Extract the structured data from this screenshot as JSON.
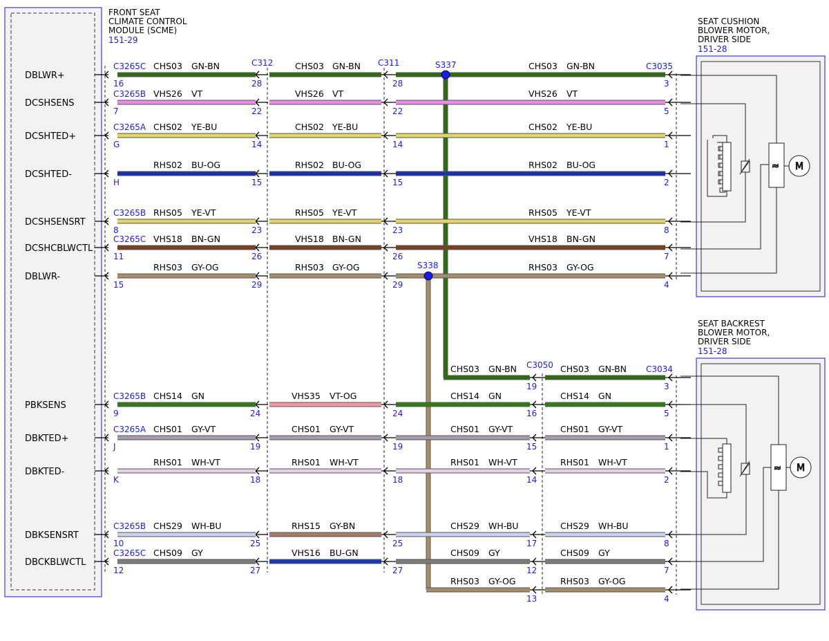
{
  "modules": {
    "scme": {
      "lines": [
        "FRONT SEAT",
        "CLIMATE CONTROL",
        "MODULE (SCME)"
      ],
      "ref": "151-29"
    },
    "cushion": {
      "lines": [
        "SEAT CUSHION",
        "BLOWER MOTOR,",
        "DRIVER SIDE"
      ],
      "ref": "151-28"
    },
    "backrest": {
      "lines": [
        "SEAT BACKREST",
        "BLOWER MOTOR,",
        "DRIVER SIDE"
      ],
      "ref": "151-28"
    }
  },
  "motor_symbol": "M",
  "connectors": [
    "C312",
    "C311",
    "C3035",
    "C3050",
    "C3034"
  ],
  "splices": [
    "S337",
    "S338"
  ],
  "colors": {
    "GN-BN": "#2e6b12",
    "VT": "#e98ee8",
    "YE-BU": "#e3d468",
    "BU-OG": "#1c2fae",
    "YE-VT": "#e6d36a",
    "BN-GN": "#7a3e22",
    "GY-OG": "#a58e6a",
    "GN": "#2f7d16",
    "VT-OG": "#f09aa6",
    "GY-VT": "#a89bb0",
    "WH-VT": "#e4d3e6",
    "WH-BU": "#c7d3ec",
    "GY-BN": "#a67c6a",
    "GY": "#7c7c7c",
    "BU-GN": "#1639b5"
  },
  "rows": [
    {
      "signal": "DCSHSENS",
      "pin_module": "7",
      "module_conn": "C3265B",
      "pin_c312": "22",
      "pin_c311": "22",
      "pin_device": "5",
      "segs": [
        {
          "circuit": "VHS26",
          "color": "VT"
        },
        {
          "circuit": "VHS26",
          "color": "VT"
        },
        {
          "circuit": "VHS26",
          "color": "VT"
        }
      ]
    },
    {
      "signal": "DCSHTED+",
      "pin_module": "G",
      "module_conn": "C3265A",
      "pin_c312": "14",
      "pin_c311": "14",
      "pin_device": "1",
      "segs": [
        {
          "circuit": "CHS02",
          "color": "YE-BU"
        },
        {
          "circuit": "CHS02",
          "color": "YE-BU"
        },
        {
          "circuit": "CHS02",
          "color": "YE-BU"
        }
      ]
    },
    {
      "signal": "DCSHTED-",
      "pin_module": "H",
      "module_conn": "",
      "pin_c312": "15",
      "pin_c311": "15",
      "pin_device": "2",
      "segs": [
        {
          "circuit": "RHS02",
          "color": "BU-OG"
        },
        {
          "circuit": "RHS02",
          "color": "BU-OG"
        },
        {
          "circuit": "RHS02",
          "color": "BU-OG"
        }
      ]
    },
    {
      "signal": "DCSHSENSRT",
      "pin_module": "8",
      "module_conn": "C3265B",
      "pin_c312": "23",
      "pin_c311": "23",
      "pin_device": "8",
      "segs": [
        {
          "circuit": "RHS05",
          "color": "YE-VT"
        },
        {
          "circuit": "RHS05",
          "color": "YE-VT"
        },
        {
          "circuit": "RHS05",
          "color": "YE-VT"
        }
      ]
    },
    {
      "signal": "DCSHCBLWCTL",
      "pin_module": "11",
      "module_conn": "C3265C",
      "pin_c312": "26",
      "pin_c311": "26",
      "pin_device": "7",
      "segs": [
        {
          "circuit": "VHS18",
          "color": "BN-GN"
        },
        {
          "circuit": "VHS18",
          "color": "BN-GN"
        },
        {
          "circuit": "VHS18",
          "color": "BN-GN"
        }
      ]
    }
  ],
  "dblwr_pos": {
    "signal": "DBLWR+",
    "pin_module": "16",
    "module_conn": "C3265C",
    "pin_c312": "28",
    "pin_c311": "28",
    "pin_device": "3",
    "segs": [
      {
        "circuit": "CHS03",
        "color": "GN-BN"
      },
      {
        "circuit": "CHS03",
        "color": "GN-BN"
      },
      {
        "circuit": "CHS03",
        "color": "GN-BN"
      }
    ]
  },
  "dblwr_neg": {
    "signal": "DBLWR-",
    "pin_module": "15",
    "module_conn": "",
    "pin_c312": "29",
    "pin_c311": "29",
    "pin_device": "4",
    "segs": [
      {
        "circuit": "RHS03",
        "color": "GY-OG"
      },
      {
        "circuit": "RHS03",
        "color": "GY-OG"
      },
      {
        "circuit": "RHS03",
        "color": "GY-OG"
      }
    ]
  },
  "back_rows": [
    {
      "signal": "PBKSENS",
      "pin_module": "9",
      "module_conn": "C3265B",
      "pin_c312": "24",
      "pin_c311": "24",
      "pin_c3050": "16",
      "pin_device": "5",
      "segs": [
        {
          "circuit": "CHS14",
          "color": "GN"
        },
        {
          "circuit": "VHS35",
          "color": "VT-OG"
        },
        {
          "circuit": "CHS14",
          "color": "GN"
        },
        {
          "circuit": "CHS14",
          "color": "GN"
        }
      ]
    },
    {
      "signal": "DBKTED+",
      "pin_module": "J",
      "module_conn": "C3265A",
      "pin_c312": "19",
      "pin_c311": "19",
      "pin_c3050": "15",
      "pin_device": "1",
      "segs": [
        {
          "circuit": "CHS01",
          "color": "GY-VT"
        },
        {
          "circuit": "CHS01",
          "color": "GY-VT"
        },
        {
          "circuit": "CHS01",
          "color": "GY-VT"
        },
        {
          "circuit": "CHS01",
          "color": "GY-VT"
        }
      ]
    },
    {
      "signal": "DBKTED-",
      "pin_module": "K",
      "module_conn": "",
      "pin_c312": "18",
      "pin_c311": "18",
      "pin_c3050": "14",
      "pin_device": "2",
      "segs": [
        {
          "circuit": "RHS01",
          "color": "WH-VT"
        },
        {
          "circuit": "RHS01",
          "color": "WH-VT"
        },
        {
          "circuit": "RHS01",
          "color": "WH-VT"
        },
        {
          "circuit": "RHS01",
          "color": "WH-VT"
        }
      ]
    },
    {
      "signal": "DBKSENSRT",
      "pin_module": "10",
      "module_conn": "C3265B",
      "pin_c312": "25",
      "pin_c311": "25",
      "pin_c3050": "17",
      "pin_device": "8",
      "segs": [
        {
          "circuit": "CHS29",
          "color": "WH-BU"
        },
        {
          "circuit": "RHS15",
          "color": "GY-BN"
        },
        {
          "circuit": "CHS29",
          "color": "WH-BU"
        },
        {
          "circuit": "CHS29",
          "color": "WH-BU"
        }
      ]
    },
    {
      "signal": "DBCKBLWCTL",
      "pin_module": "12",
      "module_conn": "C3265C",
      "pin_c312": "27",
      "pin_c311": "27",
      "pin_c3050": "12",
      "pin_device": "7",
      "segs": [
        {
          "circuit": "CHS09",
          "color": "GY"
        },
        {
          "circuit": "VHS16",
          "color": "BU-GN"
        },
        {
          "circuit": "CHS09",
          "color": "GY"
        },
        {
          "circuit": "CHS09",
          "color": "GY"
        }
      ]
    }
  ],
  "back_feed_pos": {
    "pin_c3050": "19",
    "pin_device": "3",
    "segs": [
      {
        "circuit": "CHS03",
        "color": "GN-BN"
      },
      {
        "circuit": "CHS03",
        "color": "GN-BN"
      }
    ]
  },
  "back_feed_neg": {
    "pin_c3050": "13",
    "pin_device": "4",
    "segs": [
      {
        "circuit": "RHS03",
        "color": "GY-OG"
      },
      {
        "circuit": "RHS03",
        "color": "GY-OG"
      }
    ]
  }
}
